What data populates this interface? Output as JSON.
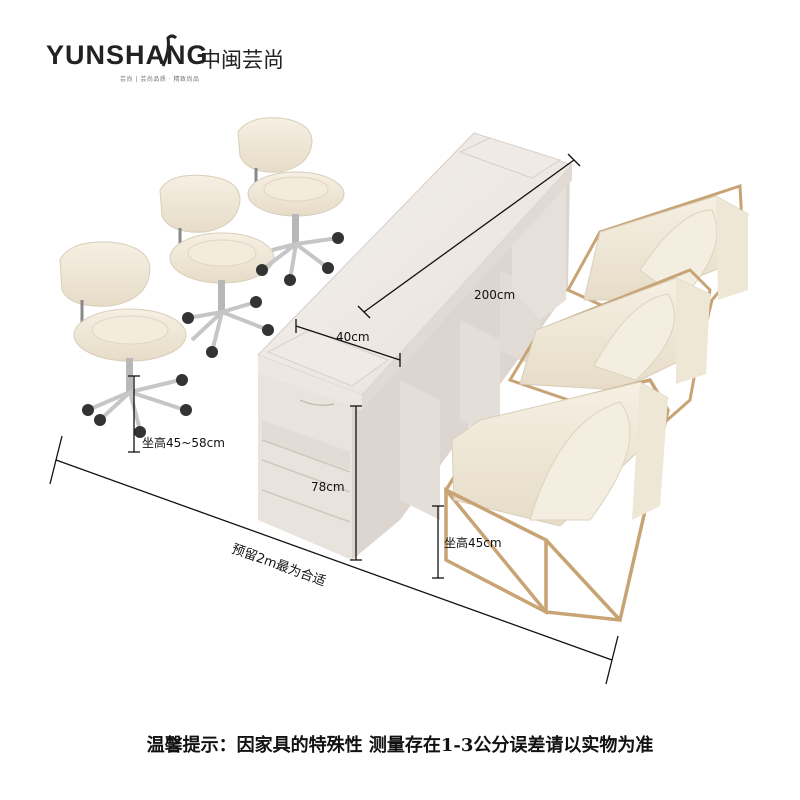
{
  "brand": {
    "logo_text": "YUNSHANG",
    "logo_cn": "中闽芸尚",
    "tagline": "芸尚 | 芸尚品质 · 精致尚品"
  },
  "dimensions": {
    "width": "40cm",
    "length": "200cm",
    "height": "78cm",
    "stool_seat_height": "坐高45~58cm",
    "chair_seat_height": "坐高45cm",
    "reserve_space": "预留2m最为合适"
  },
  "notice": "温馨提示：因家具的特殊性 测量存在1-3公分误差请以实物为准"
}
